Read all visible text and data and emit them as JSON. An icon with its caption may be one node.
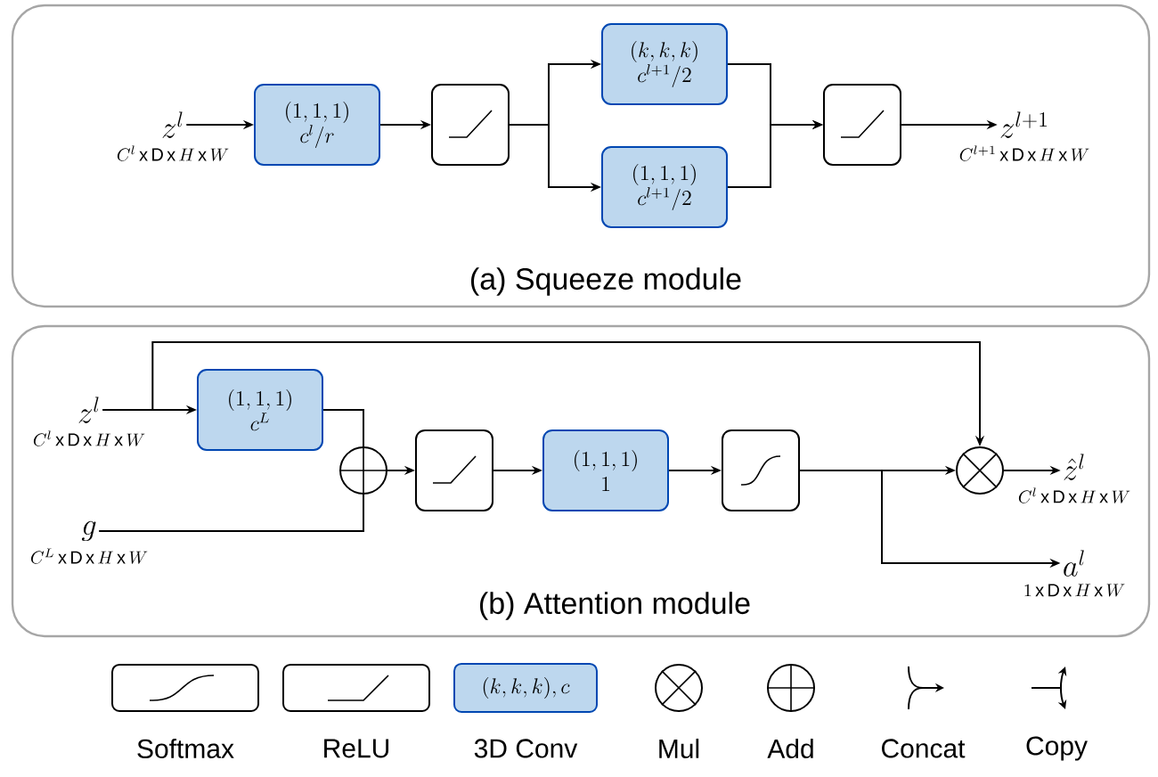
{
  "diagram": {
    "nodes": [
      {
        "text": [
          "(a) Squeeze module"
        ]
      },
      {
        "text": [
          "z^{l}"
        ],
        "in": 0,
        "beside": [
          "C^{l}\\,\\mathrm{x}\\,\\mathrm{D}\\,\\mathrm{x}\\,H\\,\\mathrm{x}\\,W"
        ]
      },
      {
        "text": [
          "(1,1,1)",
          "c^{l}/r"
        ],
        "in": 0
      },
      {
        "text": [],
        "shape": "box",
        "in": 0
      },
      {
        "text": [
          "(k,k,k)",
          "c^{l+1}/2"
        ],
        "in": 0
      },
      {
        "text": [
          "(1,1,1)",
          "c^{l+1}/2"
        ],
        "in": 0
      },
      {
        "text": [],
        "shape": "box",
        "in": 0
      },
      {
        "text": [
          "z^{l+1}"
        ],
        "in": 0,
        "beside": [
          "C^{l+1}\\,\\mathrm{x}\\,\\mathrm{D}\\,\\mathrm{x}\\,H\\,\\mathrm{x}\\,W"
        ]
      },
      {
        "text": [
          "(b) Attention module"
        ]
      },
      {
        "text": [
          "z^{l}"
        ],
        "in": 8,
        "beside": [
          "C^{l}\\,\\mathrm{x}\\,\\mathrm{D}\\,\\mathrm{x}\\,H\\,\\mathrm{x}\\,W"
        ]
      },
      {
        "text": [
          "g"
        ],
        "in": 8,
        "beside": [
          "C^{L}\\,\\mathrm{x}\\,\\mathrm{D}\\,\\mathrm{x}\\,H\\,\\mathrm{x}\\,W"
        ]
      },
      {
        "text": [
          "(1,1,1)",
          "c^{L}"
        ],
        "in": 8
      },
      {
        "text": [],
        "shape": "circle",
        "in": 8
      },
      {
        "text": [],
        "shape": "box",
        "in": 8
      },
      {
        "text": [
          "(1,1,1)",
          "1"
        ],
        "in": 8
      },
      {
        "text": [],
        "shape": "box",
        "in": 8
      },
      {
        "text": [],
        "shape": "circle",
        "in": 8
      },
      {
        "text": [
          "\\hat{z}^{l}"
        ],
        "in": 8,
        "beside": [
          "C^{l}\\,\\mathrm{x}\\,\\mathrm{D}\\,\\mathrm{x}\\,H\\,\\mathrm{x}\\,W"
        ]
      },
      {
        "text": [
          "a^{l}"
        ],
        "in": 8,
        "beside": [
          "1\\,\\mathrm{x}\\,\\mathrm{D}\\,\\mathrm{x}\\,H\\,\\mathrm{x}\\,W"
        ]
      }
    ],
    "edges": [
      {
        "from": 1,
        "to": 2,
        "arrow": "to"
      },
      {
        "from": 2,
        "to": 3,
        "arrow": "to"
      },
      {
        "from": 3,
        "to": 4,
        "arrow": "to"
      },
      {
        "from": 3,
        "to": 5,
        "arrow": "to"
      },
      {
        "from": 4,
        "to": 6,
        "arrow": "to"
      },
      {
        "from": 5,
        "to": 6,
        "arrow": "to"
      },
      {
        "from": 6,
        "to": 7,
        "arrow": "to"
      },
      {
        "from": 9,
        "to": 11,
        "arrow": "to"
      },
      {
        "from": 9,
        "to": 16,
        "arrow": "to"
      },
      {
        "from": 11,
        "to": 12,
        "arrow": "none"
      },
      {
        "from": 10,
        "to": 12,
        "arrow": "none"
      },
      {
        "from": 12,
        "to": 13,
        "arrow": "to"
      },
      {
        "from": 13,
        "to": 14,
        "arrow": "to"
      },
      {
        "from": 14,
        "to": 15,
        "arrow": "to"
      },
      {
        "from": 15,
        "to": 16,
        "arrow": "to"
      },
      {
        "from": 15,
        "to": 18,
        "arrow": "to"
      },
      {
        "from": 16,
        "to": 17,
        "arrow": "to"
      }
    ],
    "labels": [
      "(k,k,k),c"
    ],
    "legend": [
      {
        "text": "Softmax"
      },
      {
        "text": "ReLU"
      },
      {
        "text": "3D Conv"
      },
      {
        "text": "Mul"
      },
      {
        "text": "Add"
      },
      {
        "text": "Concat"
      },
      {
        "text": "Copy"
      }
    ]
  }
}
